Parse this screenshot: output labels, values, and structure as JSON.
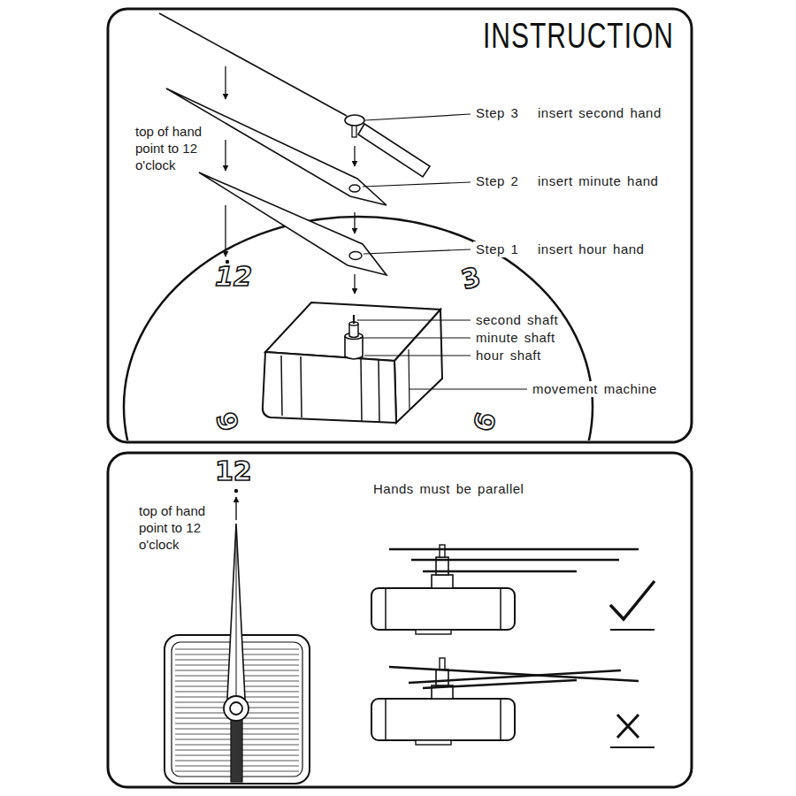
{
  "diagram": {
    "title": "INSTRUCTION",
    "labels": [
      "top of hand point to 12 o'clock",
      "Step 3",
      "insert second hand",
      "Step 2",
      "insert minute hand",
      "Step 1",
      "insert hour hand",
      "12",
      "3",
      "6",
      "9",
      "second shaft",
      "minute shaft",
      "hour shaft",
      "movement machine",
      "12",
      "top of hand point to 12 o'clock",
      "Hands must be parallel"
    ]
  }
}
